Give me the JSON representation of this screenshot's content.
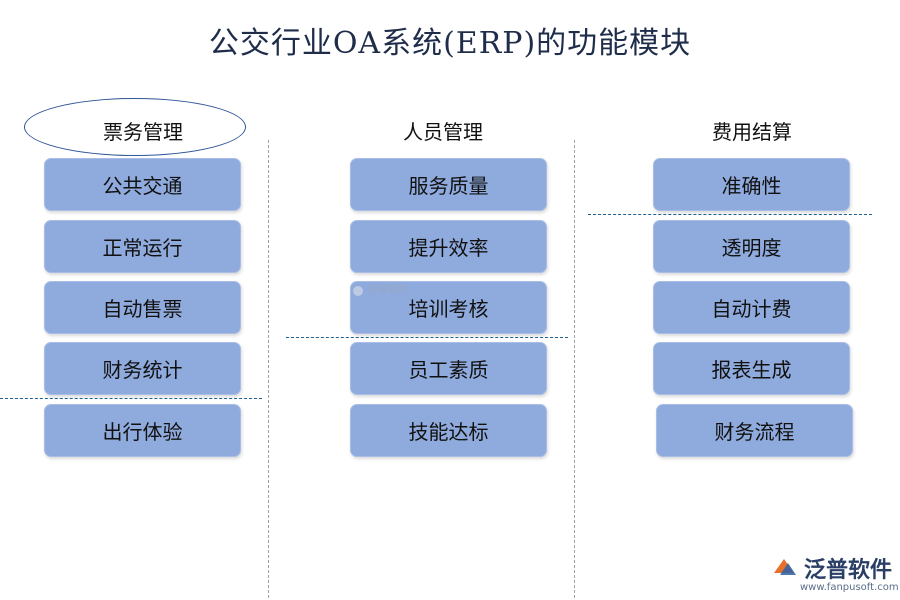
{
  "title": "公交行业OA系统(ERP)的功能模块",
  "columns": [
    {
      "heading": "票务管理",
      "items": [
        "公共交通",
        "正常运行",
        "自动售票",
        "财务统计",
        "出行体验"
      ]
    },
    {
      "heading": "人员管理",
      "items": [
        "服务质量",
        "提升效率",
        "培训考核",
        "员工素质",
        "技能达标"
      ]
    },
    {
      "heading": "费用结算",
      "items": [
        "准确性",
        "透明度",
        "自动计费",
        "报表生成",
        "财务流程"
      ]
    }
  ],
  "watermark": "泛普软件",
  "logo": {
    "name": "泛普软件",
    "url": "www.fanpusoft.com",
    "icon": "fanpu-logo-icon"
  },
  "colors": {
    "box_fill": "#8faadc",
    "ellipse_stroke": "#2f5597",
    "divider": "#1f5f8b"
  }
}
